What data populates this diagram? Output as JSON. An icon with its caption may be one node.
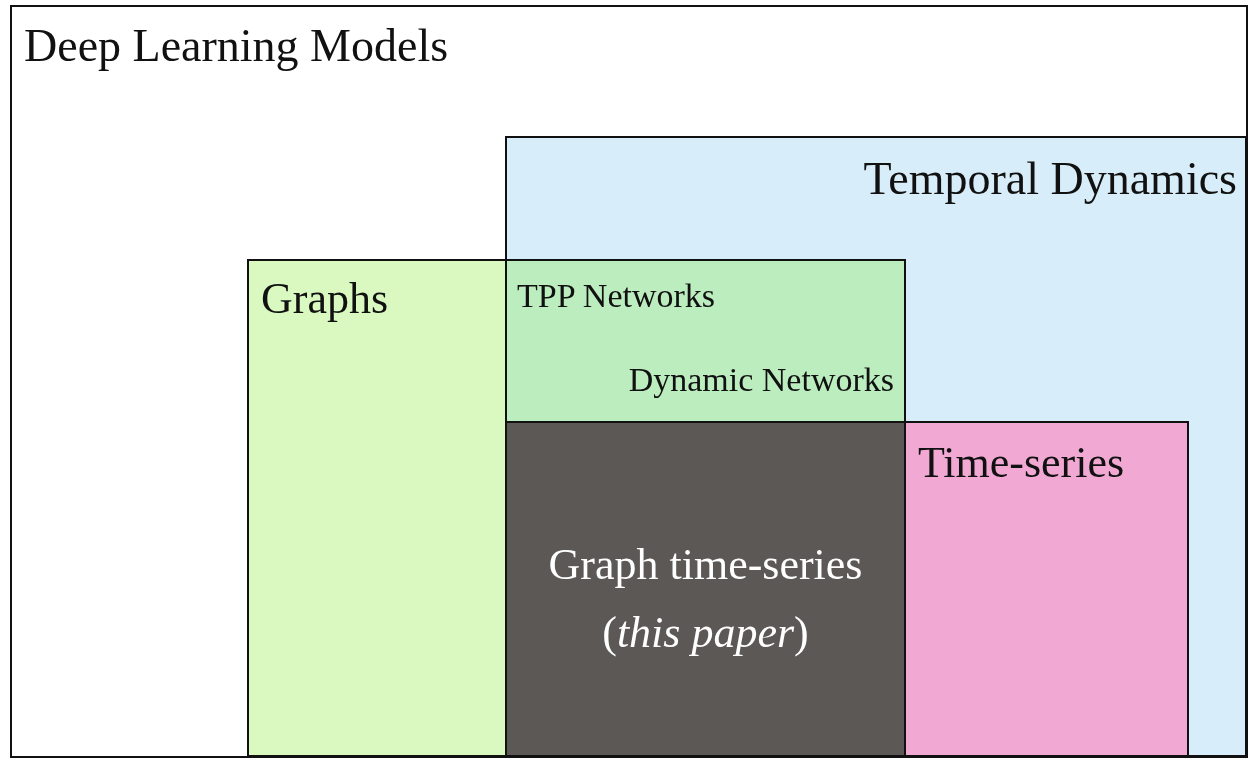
{
  "diagram": {
    "nodes": [
      {
        "text": [
          "Deep Learning Models"
        ]
      },
      {
        "text": [
          "Temporal Dynamics"
        ],
        "in": 0
      },
      {
        "text": [
          "Graphs"
        ],
        "in": 0
      },
      {
        "text": [
          "TPP Networks",
          "Dynamic Networks"
        ],
        "in": 1
      },
      {
        "text": [
          "Graph time-series (*this paper*)"
        ],
        "in": 1
      },
      {
        "text": [
          "Time-series"
        ],
        "in": 1
      }
    ]
  }
}
